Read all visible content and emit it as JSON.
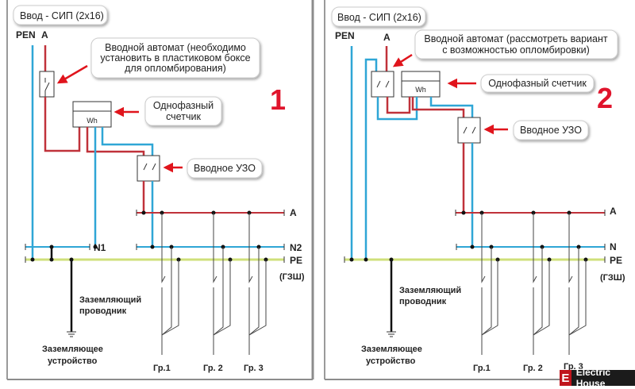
{
  "colors": {
    "phase": "#c0323a",
    "neutral": "#2fa6d6",
    "pe": "#cfe07a",
    "ground": "#111111",
    "arrow": "#e0141c",
    "number": "#e0142c",
    "badge_e": "#c0141c",
    "badge_bg": "#1b1b1b"
  },
  "panels": [
    {
      "number": "1",
      "input_label": "Ввод - СИП (2х16)",
      "pen_label": "PEN",
      "phase_label": "A",
      "breaker_callout": [
        "Вводной автомат (необходимо",
        "установить в пластиковом боксе",
        "для опломбирования)"
      ],
      "meter_callout": [
        "Однофазный",
        "счетчик"
      ],
      "meter_text": "Wh",
      "rcd_callout": "Вводное УЗО",
      "bus_a": "A",
      "bus_n1": "N1",
      "bus_n2": "N2",
      "bus_pe": "PE",
      "bus_pe_sub": "(ГЗШ)",
      "ground_conductor": [
        "Заземляющий",
        "проводник"
      ],
      "ground_device": [
        "Заземляющее",
        "устройство"
      ],
      "groups": [
        "Гр.1",
        "Гр. 2",
        "Гр. 3"
      ]
    },
    {
      "number": "2",
      "input_label": "Ввод - СИП (2х16)",
      "pen_label": "PEN",
      "phase_label": "A",
      "breaker_callout": [
        "Вводной автомат (рассмотреть вариант",
        "с возможностью опломбировки)"
      ],
      "meter_callout": [
        "Однофазный счетчик"
      ],
      "meter_text": "Wh",
      "rcd_callout": "Вводное УЗО",
      "bus_a": "A",
      "bus_n": "N",
      "bus_pe": "PE",
      "bus_pe_sub": "(ГЗШ)",
      "ground_conductor": [
        "Заземляющий",
        "проводник"
      ],
      "ground_device": [
        "Заземляющее",
        "устройство"
      ],
      "groups": [
        "Гр.1",
        "Гр. 2",
        "Гр. 3"
      ]
    }
  ],
  "watermark": {
    "letter": "E",
    "text": "Electric House"
  }
}
